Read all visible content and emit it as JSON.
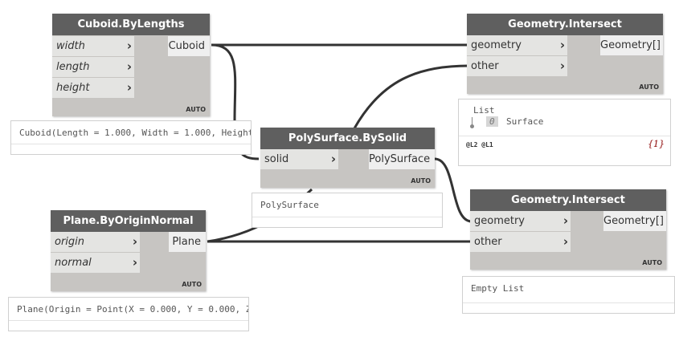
{
  "nodes": {
    "cuboid": {
      "title": "Cuboid.ByLengths",
      "inputs": [
        "width",
        "length",
        "height"
      ],
      "output": "Cuboid",
      "mode": "AUTO",
      "preview": "Cuboid(Length = 1.000, Width = 1.000, Height"
    },
    "plane": {
      "title": "Plane.ByOriginNormal",
      "inputs": [
        "origin",
        "normal"
      ],
      "output": "Plane",
      "mode": "AUTO",
      "preview": "Plane(Origin = Point(X = 0.000, Y = 0.000, Z"
    },
    "polysurface": {
      "title": "PolySurface.BySolid",
      "inputs": [
        "solid"
      ],
      "output": "PolySurface",
      "mode": "AUTO",
      "preview": "PolySurface"
    },
    "intersect1": {
      "title": "Geometry.Intersect",
      "inputs": [
        "geometry",
        "other"
      ],
      "output": "Geometry[]",
      "mode": "AUTO",
      "preview": {
        "header": "List",
        "index": "0",
        "item": "Surface",
        "levels": "@L2 @L1",
        "count": "{1}"
      }
    },
    "intersect2": {
      "title": "Geometry.Intersect",
      "inputs": [
        "geometry",
        "other"
      ],
      "output": "Geometry[]",
      "mode": "AUTO",
      "preview": "Empty List"
    }
  },
  "colors": {
    "title_bar": "#5f5f5f",
    "node_body": "#c7c5c2",
    "port_bg": "#e4e4e2",
    "wire": "#333333"
  }
}
